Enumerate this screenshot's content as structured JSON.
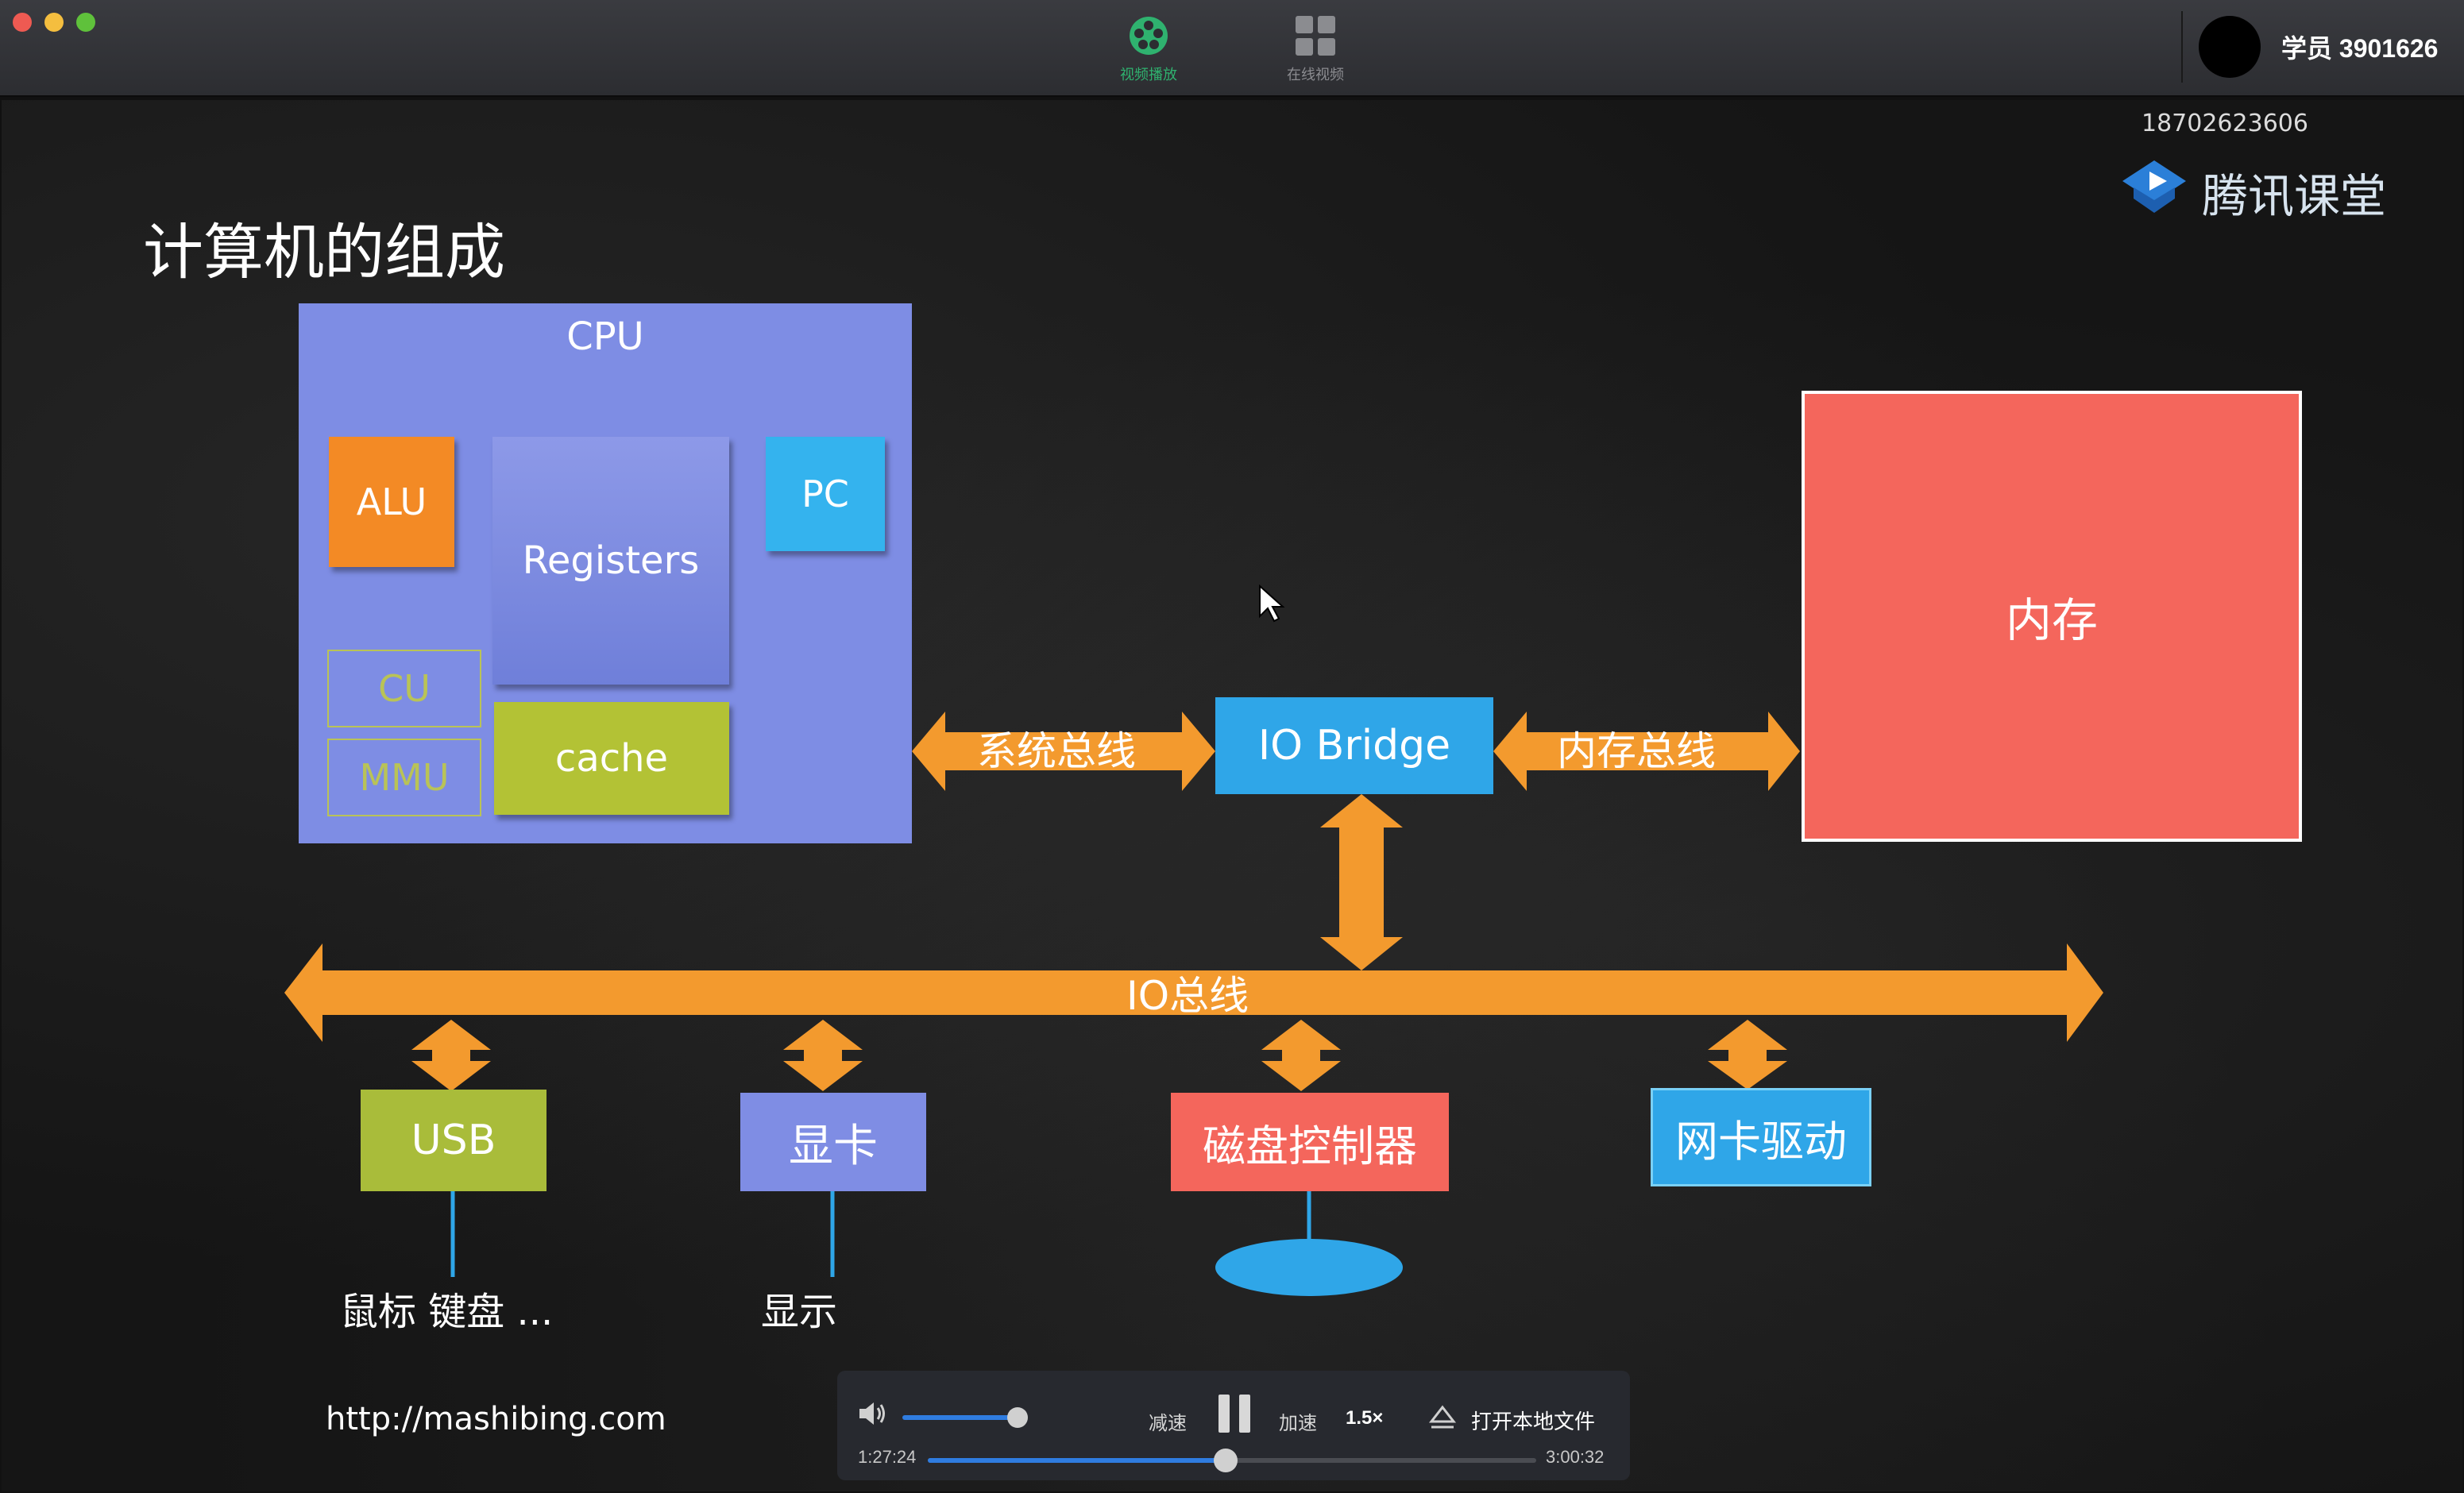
{
  "window": {
    "tabs": [
      {
        "label": "视频播放",
        "icon": "film-reel-icon",
        "active": true,
        "color": "#2fb26f"
      },
      {
        "label": "在线视频",
        "icon": "grid-icon",
        "active": false
      }
    ],
    "user": {
      "name": "学员 3901626"
    }
  },
  "slide": {
    "title": "计算机的组成",
    "phone": "18702623606",
    "brand": "腾讯课堂",
    "cpu": "CPU",
    "alu": "ALU",
    "registers": "Registers",
    "pc": "PC",
    "cu": "CU",
    "mmu": "MMU",
    "cache": "cache",
    "memory": "内存",
    "io_bridge": "IO Bridge",
    "system_bus": "系统总线",
    "memory_bus": "内存总线",
    "io_bus": "IO总线",
    "usb": "USB",
    "gpu": "显卡",
    "disk_controller": "磁盘控制器",
    "nic": "网卡驱动",
    "mouse_keyboard": "鼠标 键盘 ...",
    "display": "显示",
    "url": "http://mashibing.com",
    "colors": {
      "cpu": "#7e8de4",
      "alu": "#f38a25",
      "pc": "#34b3ee",
      "cache": "#b3c235",
      "memory": "#f4665c",
      "bus": "#f39a2e"
    }
  },
  "player": {
    "slower": "减速",
    "faster": "加速",
    "speed": "1.5×",
    "open_local": "打开本地文件",
    "current_time": "1:27:24",
    "total_time": "3:00:32",
    "volume_fraction": 0.9,
    "progress_fraction": 0.484
  }
}
